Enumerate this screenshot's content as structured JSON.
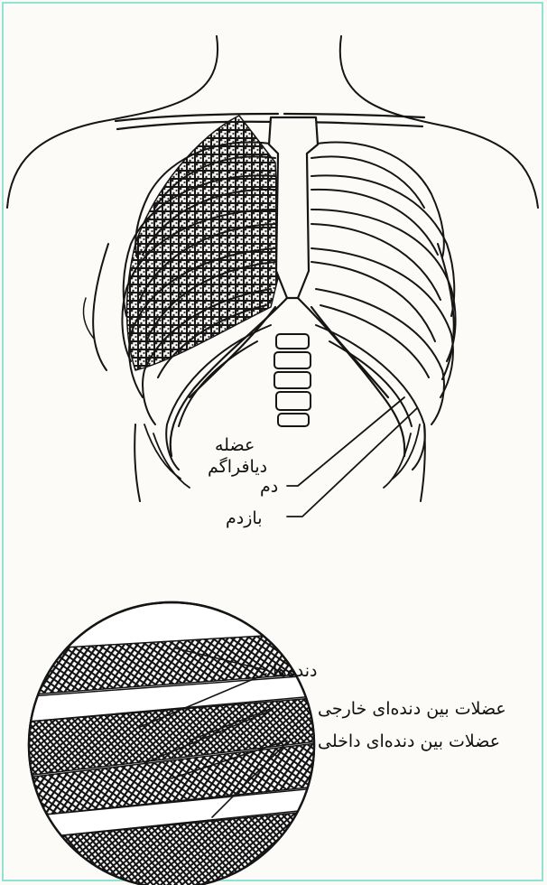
{
  "figure": {
    "top_labels": {
      "muscle": "عضله",
      "diaphragm": "دیافراگم",
      "inhale": "دم",
      "exhale": "بازدم"
    },
    "inset_labels": {
      "ribs": "دنده‌ها",
      "external_intercostal": "عضلات بین دنده‌ای خارجی",
      "internal_intercostal": "عضلات بین دنده‌ای داخلی"
    },
    "colors": {
      "frame": "#8fe3d3",
      "ink": "#111111",
      "paper": "#fcfbf8"
    }
  }
}
